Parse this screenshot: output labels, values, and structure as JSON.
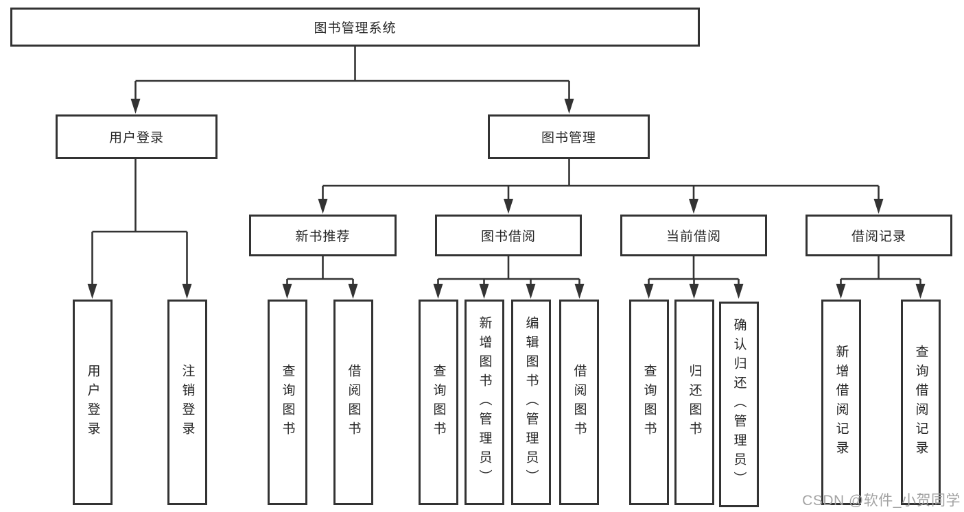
{
  "tree": {
    "root": {
      "label": "图书管理系统"
    },
    "branches": [
      {
        "label": "用户登录",
        "children": [
          {
            "label": "用户登录"
          },
          {
            "label": "注销登录"
          }
        ]
      },
      {
        "label": "图书管理",
        "children": [
          {
            "label": "新书推荐",
            "children": [
              {
                "label": "查询图书"
              },
              {
                "label": "借阅图书"
              }
            ]
          },
          {
            "label": "图书借阅",
            "children": [
              {
                "label": "查询图书"
              },
              {
                "label": "新增图书（管理员）"
              },
              {
                "label": "编辑图书（管理员）"
              },
              {
                "label": "借阅图书"
              }
            ]
          },
          {
            "label": "当前借阅",
            "children": [
              {
                "label": "查询图书"
              },
              {
                "label": "归还图书"
              },
              {
                "label": "确认归还（管理员）"
              }
            ]
          },
          {
            "label": "借阅记录",
            "children": [
              {
                "label": "新增借阅记录"
              },
              {
                "label": "查询借阅记录"
              }
            ]
          }
        ]
      }
    ]
  },
  "watermark": {
    "text": "CSDN @软件_小贺同学"
  },
  "colors": {
    "line": "#333333",
    "box_border": "#333333",
    "text": "#262626",
    "watermark": "#a3a3a3",
    "background": "#ffffff"
  }
}
